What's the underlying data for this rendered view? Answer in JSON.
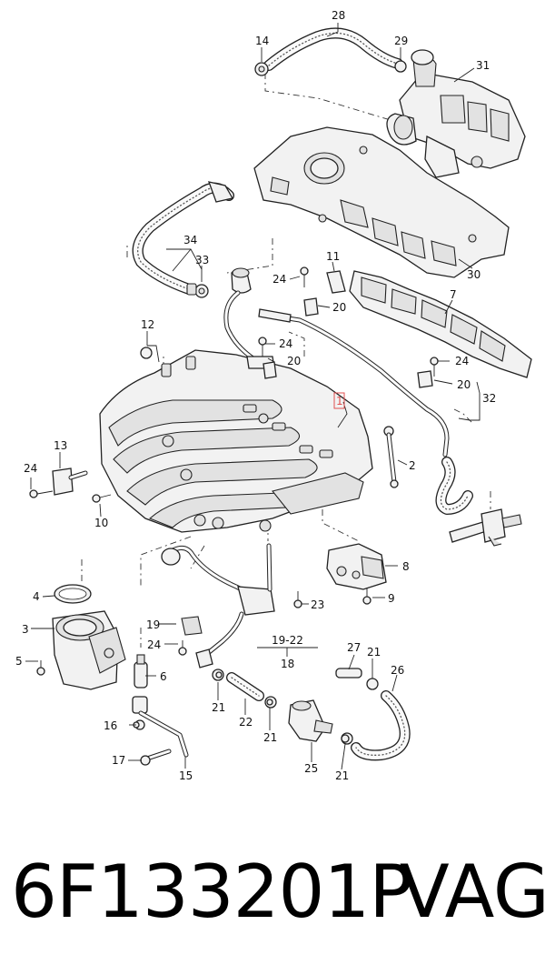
{
  "callouts": {
    "c1": "1",
    "c2": "2",
    "c3": "3",
    "c4": "4",
    "c5": "5",
    "c6": "6",
    "c7": "7",
    "c8": "8",
    "c9": "9",
    "c10": "10",
    "c11": "11",
    "c12": "12",
    "c13": "13",
    "c14": "14",
    "c15": "15",
    "c16": "16",
    "c17": "17",
    "c18": "18",
    "c19": "19",
    "c19_22": "19-22",
    "c20": "20",
    "c21": "21",
    "c22": "22",
    "c23": "23",
    "c24": "24",
    "c25": "25",
    "c26": "26",
    "c27": "27",
    "c28": "28",
    "c29": "29",
    "c30": "30",
    "c31": "31",
    "c32": "32",
    "c33": "33",
    "c34": "34"
  },
  "highlight_color": "#e05050",
  "footer": {
    "part_number": "6F133201P",
    "brand": "VAG"
  }
}
